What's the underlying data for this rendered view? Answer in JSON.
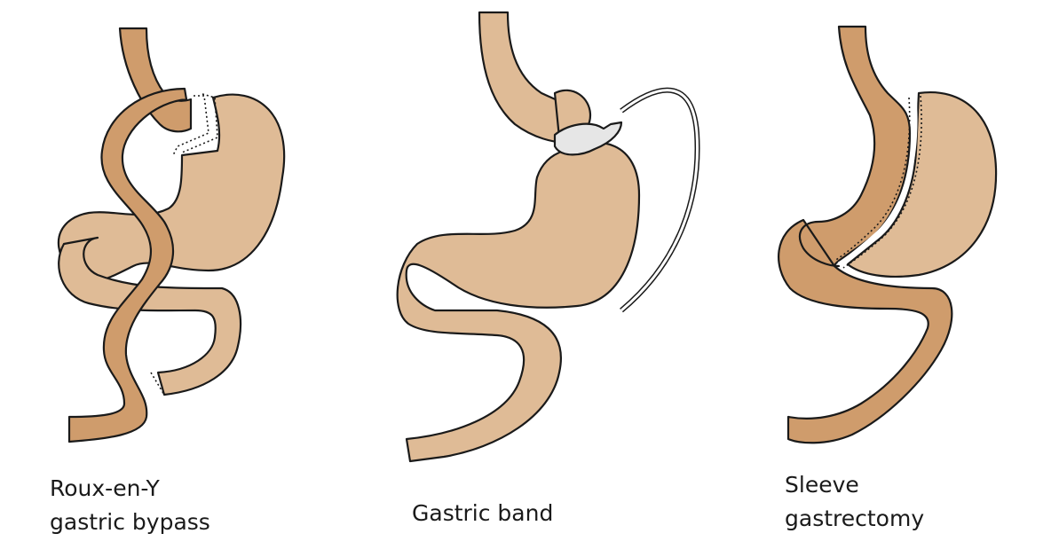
{
  "colors": {
    "stomach": "#dfbb96",
    "intestine_dark": "#cf9c6c",
    "outline": "#1a1a1a",
    "band": "#e6e6e6"
  },
  "panels": [
    {
      "caption_lines": [
        "Roux-en-Y",
        "gastric bypass"
      ]
    },
    {
      "caption_lines": [
        "Gastric band"
      ]
    },
    {
      "caption_lines": [
        "Sleeve",
        "gastrectomy"
      ]
    }
  ]
}
